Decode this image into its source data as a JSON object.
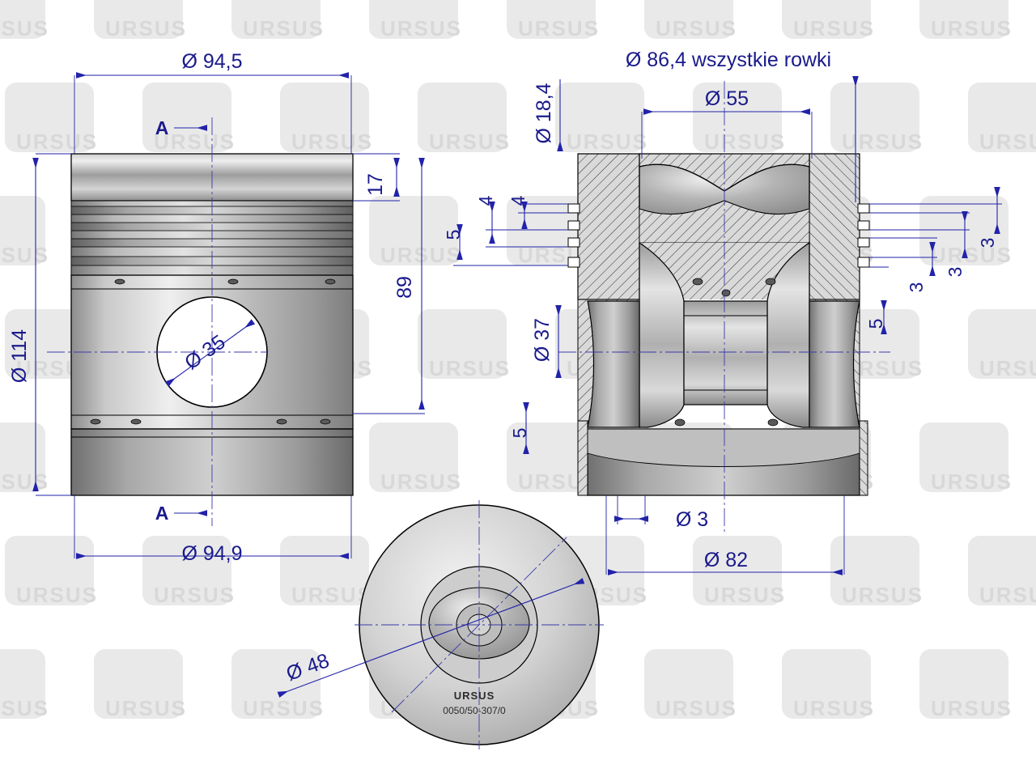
{
  "document": {
    "type": "engineering-drawing",
    "subject": "piston technical drawing",
    "brand": "URSUS",
    "part_number": "0050/50-307/0",
    "watermark_text": "URSUS"
  },
  "views": {
    "front": {
      "name": "front-view",
      "section_marks": [
        "A",
        "A"
      ]
    },
    "section": {
      "name": "section-view-a-a"
    },
    "top": {
      "name": "top-view"
    }
  },
  "dimensions": {
    "front_top_diameter": "Ø 94,5",
    "front_bottom_diameter": "Ø 94,9",
    "front_height": "Ø 114",
    "pin_bore": "Ø 35",
    "crown_to_pin": "89",
    "top_land": "17",
    "section_all_grooves": "Ø 86,4  wszystkie rowki",
    "section_bowl_width": "Ø 55",
    "section_top_land_18_4": "Ø 18,4",
    "groove_4_a": "4",
    "groove_4_b": "4",
    "groove_5_a": "5",
    "groove_5_b": "5",
    "groove_5_c": "5",
    "pin_bore_37": "Ø 37",
    "land_3_a": "3",
    "land_3_b": "3",
    "land_3_c": "3",
    "oil_hole": "Ø 3",
    "skirt_diameter": "Ø 82",
    "top_bowl_diameter": "Ø 48"
  },
  "labels": {
    "section_letter_top": "A",
    "section_letter_bottom": "A",
    "brand_stamp": "URSUS",
    "part_stamp": "0050/50-307/0"
  }
}
